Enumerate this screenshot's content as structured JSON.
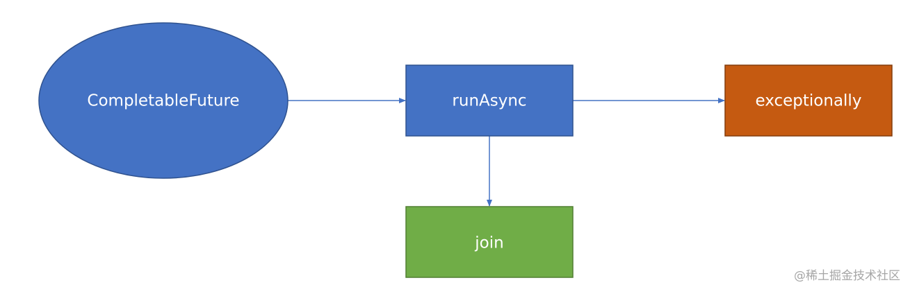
{
  "nodes": {
    "completable_future": {
      "label": "CompletableFuture",
      "shape": "ellipse",
      "fill": "#4472c4",
      "stroke": "#2f528f"
    },
    "run_async": {
      "label": "runAsync",
      "shape": "rectangle",
      "fill": "#4472c4",
      "stroke": "#2f528f"
    },
    "exceptionally": {
      "label": "exceptionally",
      "shape": "rectangle",
      "fill": "#c55a11",
      "stroke": "#843c0c"
    },
    "join": {
      "label": "join",
      "shape": "rectangle",
      "fill": "#70ad47",
      "stroke": "#507e32"
    }
  },
  "edges": [
    {
      "from": "CompletableFuture",
      "to": "runAsync"
    },
    {
      "from": "runAsync",
      "to": "exceptionally"
    },
    {
      "from": "runAsync",
      "to": "join"
    }
  ],
  "edge_color": "#4472c4",
  "watermark": "@稀土掘金技术社区"
}
